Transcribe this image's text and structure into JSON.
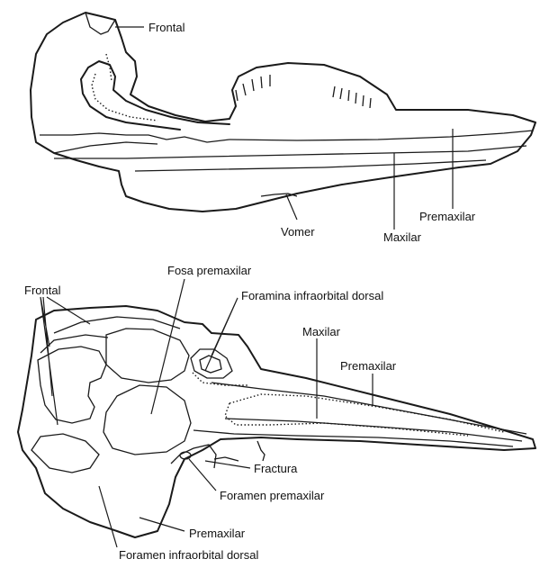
{
  "upper_view": {
    "labels": {
      "frontal": "Frontal",
      "vomer": "Vomer",
      "maxilar": "Maxilar",
      "premaxilar": "Premaxilar"
    }
  },
  "lower_view": {
    "labels": {
      "frontal": "Frontal",
      "fosa_premaxilar": "Fosa premaxilar",
      "foramina_infraorbital_dorsal": "Foramina infraorbital dorsal",
      "maxilar": "Maxilar",
      "premaxilar_right": "Premaxilar",
      "fractura": "Fractura",
      "foramen_premaxilar": "Foramen premaxilar",
      "premaxilar_bottom": "Premaxilar",
      "foramen_infraorbital_dorsal": "Foramen infraorbital dorsal"
    }
  },
  "colors": {
    "ink": "#1a1a1a",
    "background": "#ffffff"
  }
}
